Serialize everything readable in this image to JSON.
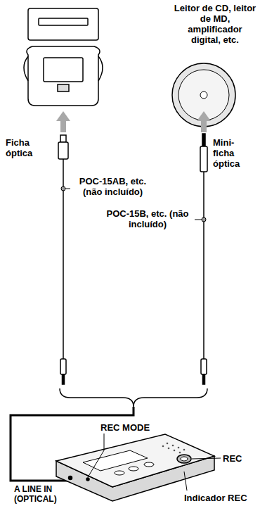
{
  "diagram": {
    "labels": [
      "Leitor de CD, leitor de MD, amplificador digital, etc.",
      "Ficha óptica",
      "POC-15AB, etc. (não incluído)",
      "Mini-ficha óptica",
      "POC-15B, etc. (não incluído)",
      "REC MODE",
      "REC",
      "Indicador REC",
      "A LINE IN (OPTICAL)"
    ]
  }
}
